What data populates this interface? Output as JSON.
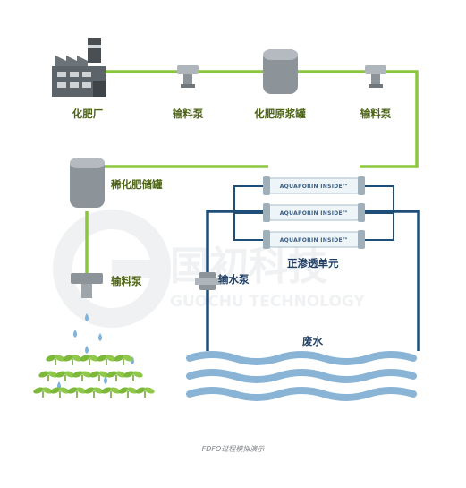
{
  "colors": {
    "green_pipe": "#8cc63f",
    "blue_pipe": "#1f4e79",
    "water_wave": "#8ab4d6",
    "tank_gray": "#8c9399",
    "label_dark": "#4d6416"
  },
  "labels": {
    "factory": "化肥厂",
    "pump1": "输料泵",
    "slurry_tank": "化肥原浆罐",
    "pump2": "输料泵",
    "dilute_tank": "稀化肥储罐",
    "pump3": "输料泵",
    "water_pump": "输水泵",
    "fo_unit": "正渗透单元",
    "wastewater": "废水"
  },
  "module_text": "AQUAPORIN INSIDE™",
  "watermark": {
    "main": "国初科技",
    "sub": "GUOCHU TECHNOLOGY"
  },
  "caption": "FDFO过程模拟演示",
  "icons": {
    "factory": "factory-icon",
    "pump": "pump-icon",
    "tank": "tank-icon",
    "membrane": "membrane-module-icon",
    "drop": "water-drop-icon",
    "plant": "seedling-icon"
  }
}
